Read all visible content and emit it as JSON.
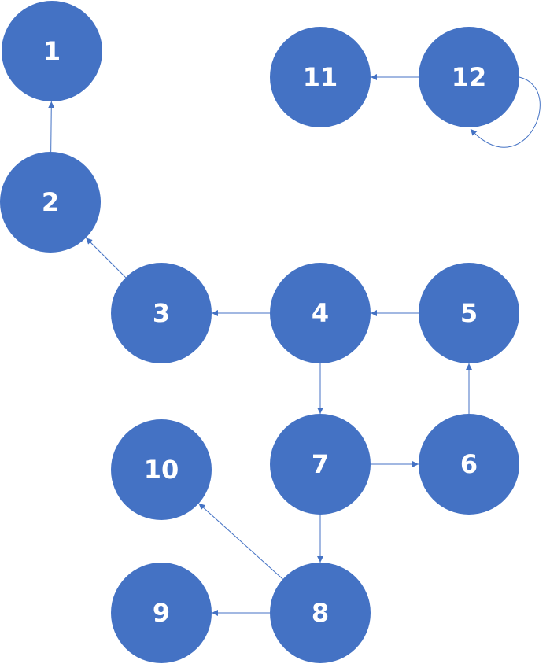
{
  "colors": {
    "node_fill": "#4472c4",
    "edge": "#4472c4",
    "label": "#ffffff",
    "background": "#ffffff"
  },
  "nodes": [
    {
      "id": "1",
      "label": "1"
    },
    {
      "id": "2",
      "label": "2"
    },
    {
      "id": "3",
      "label": "3"
    },
    {
      "id": "4",
      "label": "4"
    },
    {
      "id": "5",
      "label": "5"
    },
    {
      "id": "6",
      "label": "6"
    },
    {
      "id": "7",
      "label": "7"
    },
    {
      "id": "8",
      "label": "8"
    },
    {
      "id": "9",
      "label": "9"
    },
    {
      "id": "10",
      "label": "10"
    },
    {
      "id": "11",
      "label": "11"
    },
    {
      "id": "12",
      "label": "12"
    }
  ],
  "edges": [
    {
      "from": "2",
      "to": "1"
    },
    {
      "from": "3",
      "to": "2"
    },
    {
      "from": "4",
      "to": "3"
    },
    {
      "from": "5",
      "to": "4"
    },
    {
      "from": "6",
      "to": "5"
    },
    {
      "from": "4",
      "to": "7"
    },
    {
      "from": "7",
      "to": "6"
    },
    {
      "from": "7",
      "to": "8"
    },
    {
      "from": "8",
      "to": "9"
    },
    {
      "from": "8",
      "to": "10"
    },
    {
      "from": "12",
      "to": "11"
    },
    {
      "from": "12",
      "to": "12"
    }
  ]
}
